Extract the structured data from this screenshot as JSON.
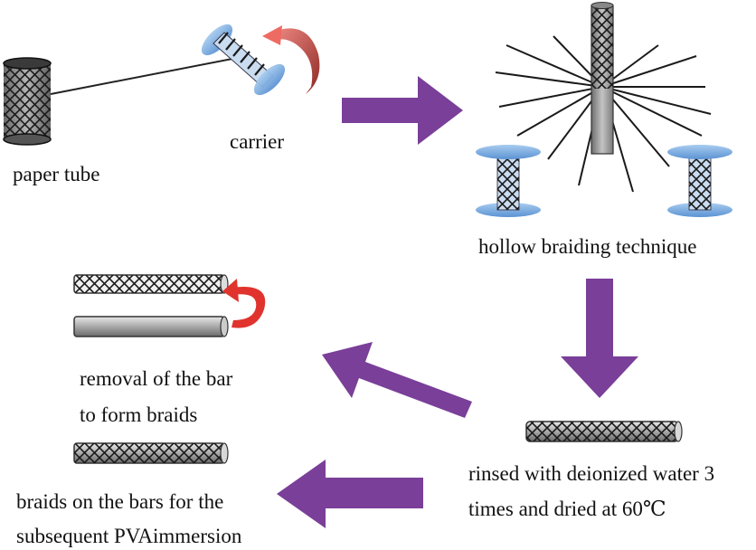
{
  "labels": {
    "paper_tube": "paper tube",
    "carrier": "carrier",
    "hollow_braiding": "hollow braiding technique",
    "removal_line1": "removal of the bar",
    "removal_line2": "to form braids",
    "rinsed_line1": "rinsed with deionized water 3",
    "rinsed_line2": "times and dried at 60℃",
    "braids_bars_line1": "braids on the bars for the",
    "braids_bars_line2": "subsequent PVAimmersion"
  },
  "colors": {
    "arrow_purple": "#7a3f98",
    "rotate_red": "#e0332e",
    "spool_blue": "#6fa3dc",
    "bar_grey": "#a6a6a6",
    "yarn_dark": "#222222"
  },
  "icons": {
    "flow_arrow": "flow-arrow-icon",
    "rotation": "rotation-arrow-icon",
    "spool": "spool-icon"
  }
}
